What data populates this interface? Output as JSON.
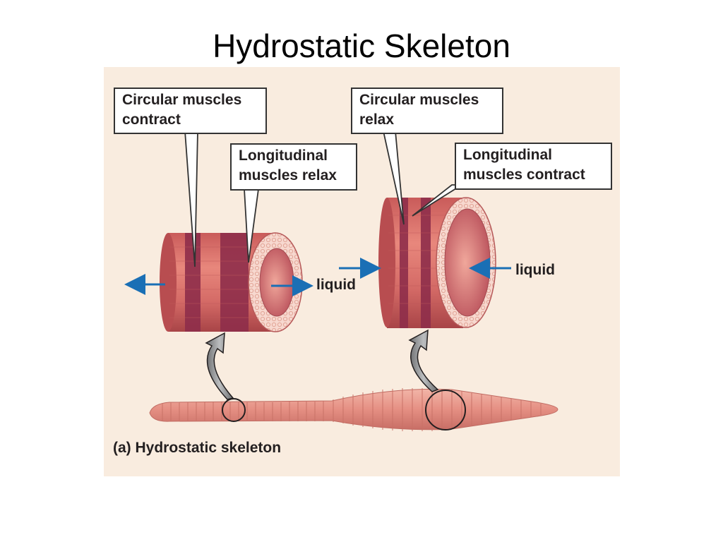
{
  "title": "Hydrostatic Skeleton",
  "labels": {
    "left_circular": "Circular muscles\ncontract",
    "left_longitudinal": "Longitudinal\nmuscles relax",
    "right_circular": "Circular muscles\nrelax",
    "right_longitudinal": "Longitudinal\nmuscles contract",
    "left_liquid": "liquid",
    "right_liquid": "liquid"
  },
  "caption": "(a) Hydrostatic skeleton",
  "colors": {
    "panel_bg": "#f9ecdf",
    "muscle": "#d9746b",
    "muscle_band": "#8e2d4a",
    "arrow_blue": "#1a6fb5",
    "worm": "#e8998d"
  }
}
